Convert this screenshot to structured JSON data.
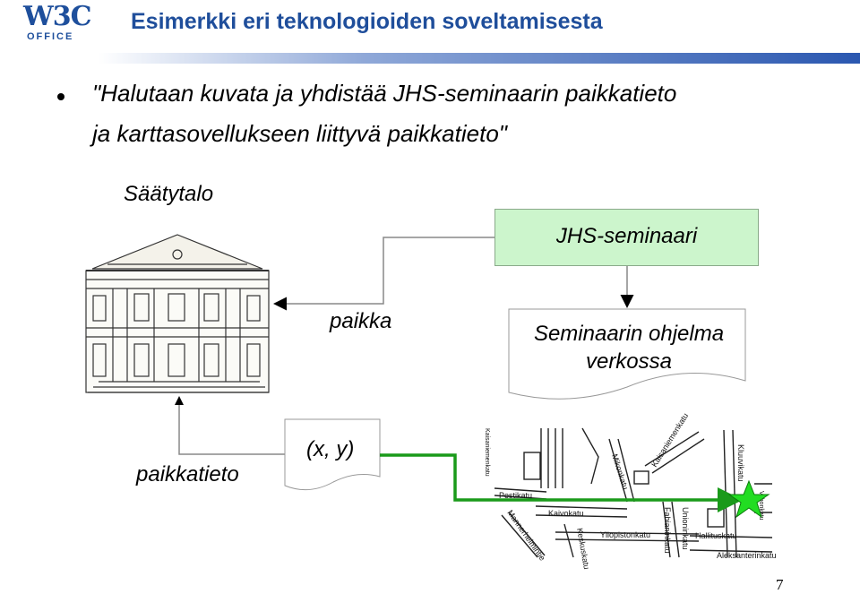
{
  "slide": {
    "title": "Esimerkki eri teknologioiden soveltamisesta",
    "logo_main": "W3C",
    "logo_sub": "OFFICE",
    "quote_line1": "\"Halutaan kuvata ja yhdistää JHS-seminaarin paikkatieto",
    "quote_line2": "ja karttasovellukseen liittyvä paikkatieto\"",
    "page_number": "7"
  },
  "diagram": {
    "building_label": "Säätytalo",
    "seminar_box": "JHS-seminaari",
    "place_label": "paikka",
    "program_doc": "Seminaarin ohjelma verkossa",
    "coordinates_doc": "(x, y)",
    "location_info_label": "paikkatieto",
    "colors": {
      "title": "#1f4e9b",
      "seminar_fill": "#ccf5cc",
      "route": "#1a9a1a",
      "star": "#22dd22"
    }
  },
  "map": {
    "streets": [
      "Pestikatu",
      "Kaivokatu",
      "Yliopistonkatu",
      "Hallituskatu",
      "Aleksanterinkatu",
      "Mikonkatu",
      "Kaisaniemenkatu",
      "Vilhonkatu",
      "Fabianinkatu",
      "Unioninkatu",
      "Kluuvikatu",
      "Mannerheimintie",
      "Keskuskatu",
      "Kaisaniemenkatu"
    ],
    "marker_icon": "star-marker-icon"
  }
}
